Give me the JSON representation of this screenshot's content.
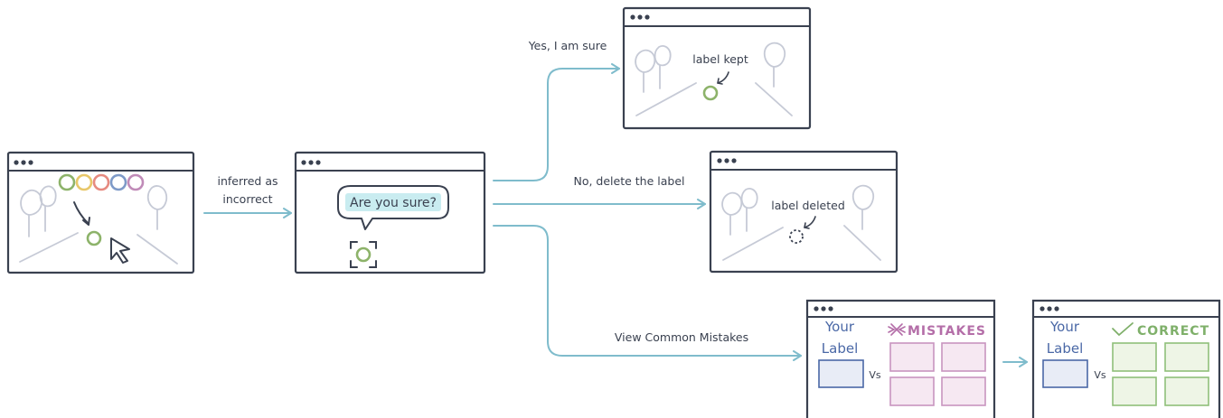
{
  "diagram": {
    "edge_labels": {
      "inferred_line1": "inferred as",
      "inferred_line2": "incorrect",
      "yes_sure": "Yes, I am sure",
      "no_delete": "No, delete the label",
      "view_mistakes": "View Common Mistakes"
    },
    "panels": {
      "labeling": {
        "options_colors": [
          "#8db36a",
          "#e8c76a",
          "#e68a80",
          "#7e9ac8",
          "#c08bb8"
        ]
      },
      "confirm": {
        "prompt": "Are you sure?"
      },
      "kept": {
        "annotation": "label kept"
      },
      "deleted": {
        "annotation": "label deleted"
      },
      "mistakes": {
        "your_label_line1": "Your",
        "your_label_line2": "Label",
        "vs": "Vs",
        "header": "MISTAKES"
      },
      "correct": {
        "your_label_line1": "Your",
        "your_label_line2": "Label",
        "vs": "Vs",
        "header": "CORRECT"
      }
    },
    "colors": {
      "line": "#3a4150",
      "arrow": "#7fbccc",
      "label_green": "#8db36a",
      "your_label_blue": "#4a68a6",
      "mistake_pink": "#b46ea8",
      "correct_green": "#7fb06a",
      "prompt_highlight": "#c9ecf0"
    }
  }
}
